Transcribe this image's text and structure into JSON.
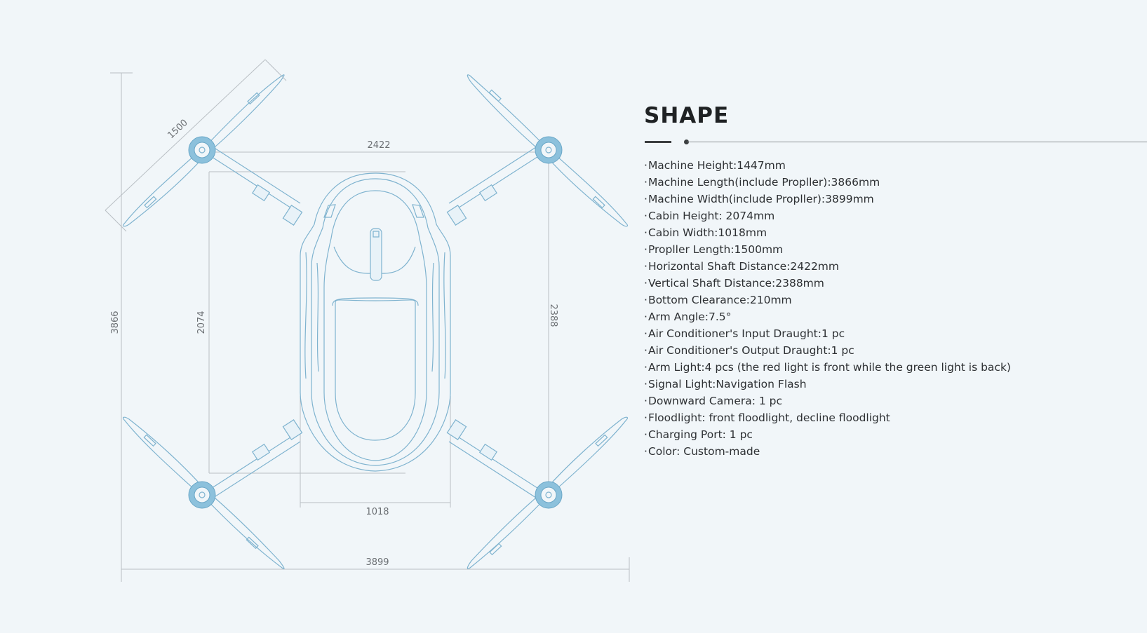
{
  "diagram": {
    "dimensions": {
      "propeller_length": "1500",
      "horizontal_shaft": "2422",
      "total_length": "3866",
      "cabin_height": "2074",
      "vertical_shaft": "2388",
      "cabin_width": "1018",
      "total_width": "3899"
    },
    "colors": {
      "line": "#7fb3cf",
      "dimension": "#b9bfc4",
      "background": "#f1f6f9"
    }
  },
  "spec": {
    "title": "SHAPE",
    "items": [
      "Machine Height:1447mm",
      "Machine Length(include Propller):3866mm",
      "Machine Width(include Propller):3899mm",
      "Cabin Height: 2074mm",
      "Cabin Width:1018mm",
      "Propller Length:1500mm",
      "Horizontal Shaft Distance:2422mm",
      "Vertical Shaft Distance:2388mm",
      "Bottom Clearance:210mm",
      "Arm Angle:7.5°",
      "Air Conditioner's Input Draught:1 pc",
      "Air Conditioner's Output Draught:1 pc",
      "Arm Light:4 pcs (the red light is front while the green light is back)",
      "Signal Light:Navigation Flash",
      "Downward Camera: 1 pc",
      "Floodlight: front floodlight, decline floodlight",
      "Charging Port: 1 pc",
      "Color: Custom-made"
    ]
  }
}
